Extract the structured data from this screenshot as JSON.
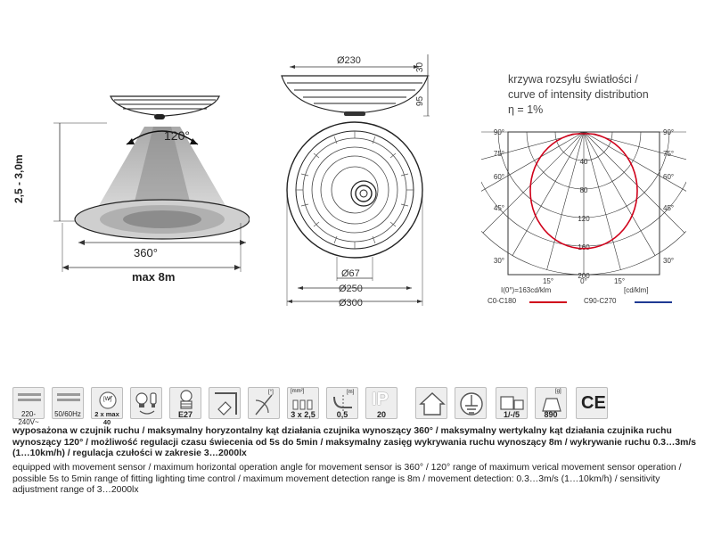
{
  "lamp_dims": {
    "diameter_top": "Ø230",
    "height_top": "30",
    "height_total": "95",
    "diameter_sensor": "Ø67",
    "diameter_250": "Ø250",
    "diameter_300": "Ø300"
  },
  "detection": {
    "vertical_angle": "120°",
    "height_range": "2,5 - 3,0m",
    "horizontal_angle": "360°",
    "max_range": "max 8m"
  },
  "light_curve": {
    "title_pl": "krzywa rozsyłu światłości /",
    "title_en": "curve of intensity distribution",
    "eta": "η = 1%",
    "angle_labels_left": [
      "90°",
      "75°",
      "60°",
      "45°",
      "30°"
    ],
    "angle_labels_right": [
      "90°",
      "75°",
      "60°",
      "45°",
      "30°"
    ],
    "bottom_angles": [
      "15°",
      "0°",
      "15°"
    ],
    "radial_labels": [
      "40",
      "80",
      "120",
      "160",
      "200"
    ],
    "footer_i0": "I(0°)=163cd/klm",
    "footer_unit": "[cd/klm]",
    "legend_c0": "C0-C180",
    "legend_c90": "C90-C270",
    "colors": {
      "c0": "#d0021b",
      "c90": "#1f3a93"
    }
  },
  "icons": [
    {
      "name": "voltage-icon",
      "caption": "220-240V~"
    },
    {
      "name": "frequency-icon",
      "caption": "50/60Hz"
    },
    {
      "name": "watt-icon",
      "caption": "2 x max 40"
    },
    {
      "name": "bulb-types-icon",
      "caption": ""
    },
    {
      "name": "e27-socket-icon",
      "caption": "E27"
    },
    {
      "name": "wall-mount-icon",
      "caption": ""
    },
    {
      "name": "angle-rotation-icon",
      "caption": ""
    },
    {
      "name": "wire-cross-section-icon",
      "caption": "3 x 2,5"
    },
    {
      "name": "cable-length-icon",
      "caption": "0,5"
    },
    {
      "name": "ip-rating-icon",
      "caption": "20"
    },
    {
      "name": "indoor-use-icon",
      "caption": ""
    },
    {
      "name": "protection-class-icon",
      "caption": ""
    },
    {
      "name": "packaging-icon",
      "caption": "1/-/5"
    },
    {
      "name": "weight-icon",
      "caption": "890"
    },
    {
      "name": "ce-mark-icon",
      "caption": ""
    }
  ],
  "icon_texts": {
    "watt_unit": "[W]",
    "angle_unit": "[°]",
    "area_unit": "[mm²]",
    "length_unit": "[m]",
    "ip_text": "IP",
    "weight_unit": "[g]",
    "ce_text": "CE"
  },
  "description": {
    "pl": "wyposażona w czujnik ruchu / maksymalny horyzontalny kąt działania czujnika wynoszący 360° / maksymalny wertykalny kąt działania czujnika ruchu wynoszący 120° / możliwość regulacji czasu świecenia od 5s do 5min / maksymalny zasięg wykrywania ruchu wynoszący 8m / wykrywanie ruchu 0.3…3m/s (1…10km/h) / regulacja czułości w zakresie 3…2000lx",
    "en": "equipped with movement sensor / maximum horizontal operation angle for movement sensor is 360° / 120° range of maximum verical movement sensor operation / possible 5s to 5min range of fitting lighting time control / maximum movement detection range is 8m / movement detection: 0.3…3m/s (1…10km/h) / sensitivity adjustment range of 3…2000lx"
  }
}
